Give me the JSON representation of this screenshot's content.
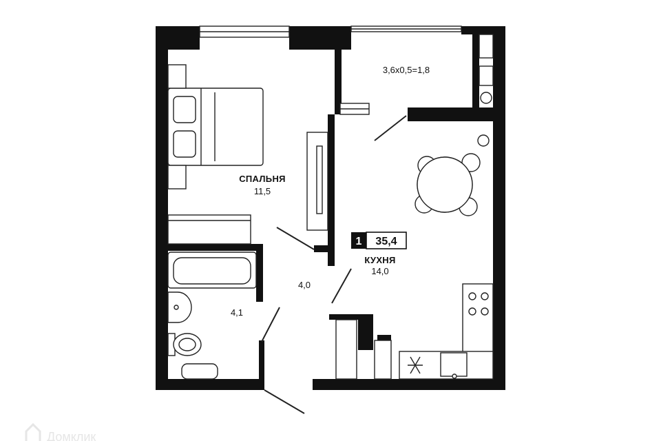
{
  "plan": {
    "rooms_count": "1",
    "total_area": "35,4",
    "bedroom": {
      "name": "СПАЛЬНЯ",
      "area": "11,5"
    },
    "kitchen": {
      "name": "КУХНЯ",
      "area": "14,0"
    },
    "hall": {
      "area": "4,0"
    },
    "bathroom": {
      "area": "4,1"
    },
    "balcony": {
      "area": "3,6х0,5=1,8"
    }
  },
  "watermark": "Домклик",
  "colors": {
    "wall": "#111111",
    "line": "#222222",
    "background": "#ffffff"
  }
}
